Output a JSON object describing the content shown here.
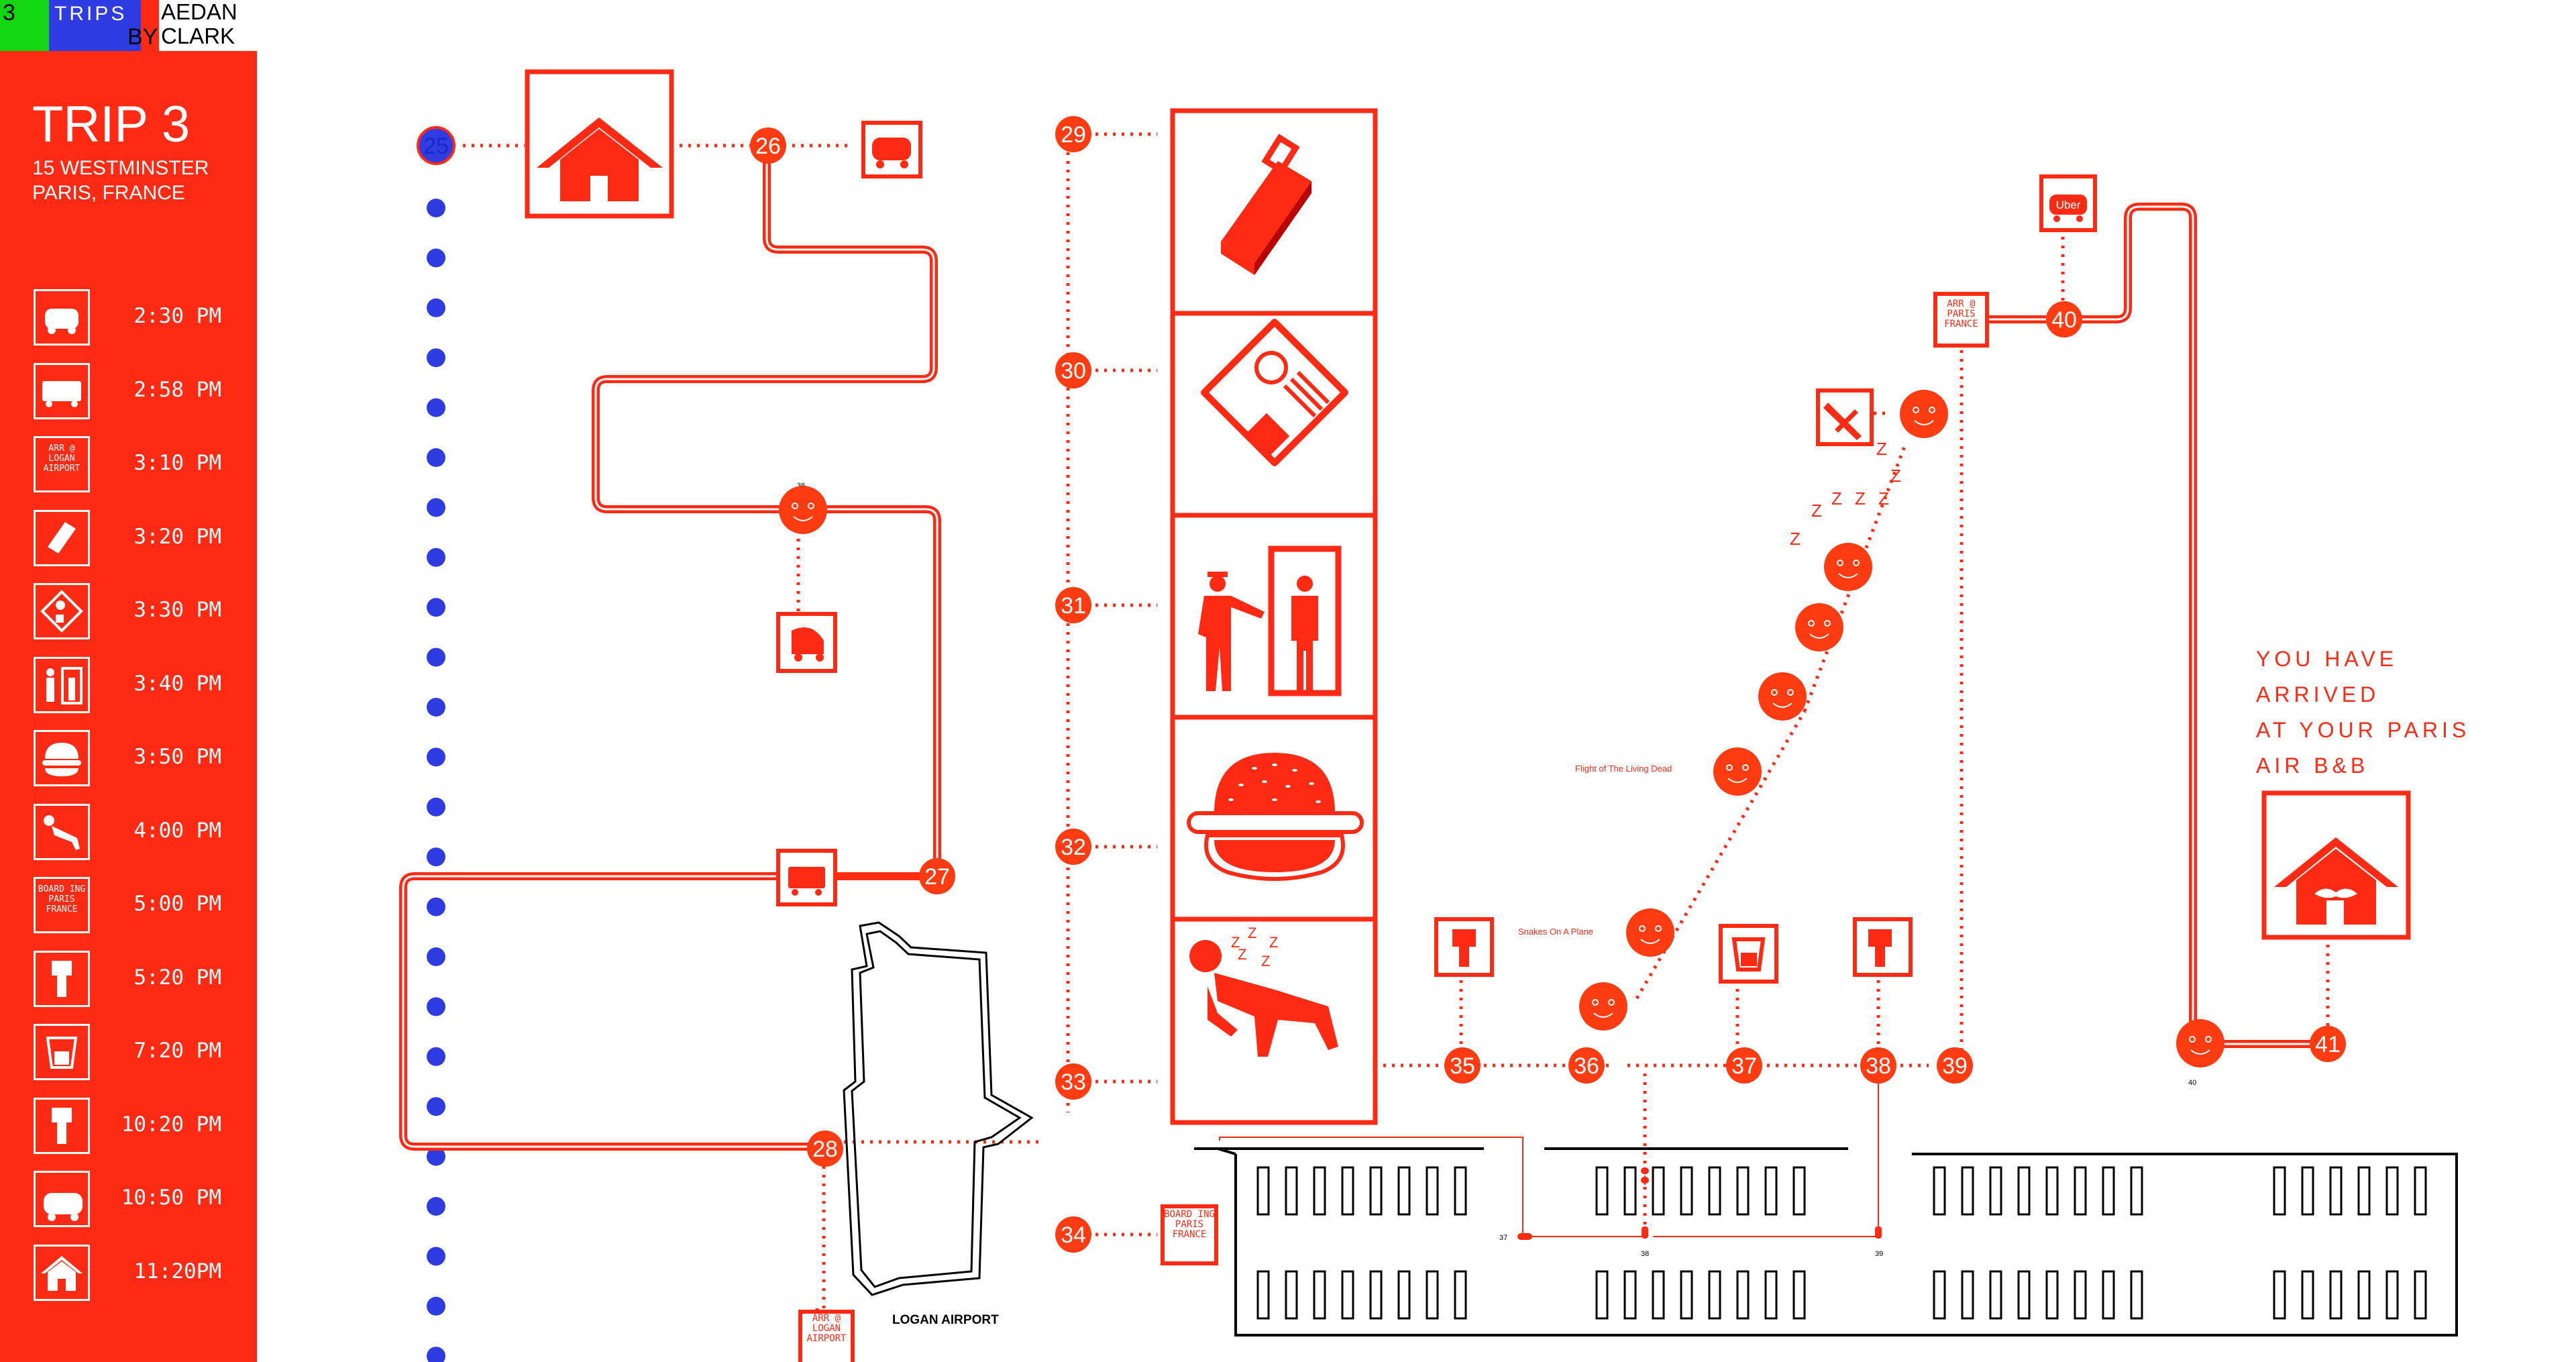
{
  "header": {
    "num": "3",
    "trips_label": "TRIPS",
    "by_label": "BY",
    "author_first": "AEDAN",
    "author_last": "CLARK"
  },
  "sidebar": {
    "title": "TRIP 3",
    "address_line1": "15 WESTMINSTER",
    "address_line2": "PARIS, FRANCE",
    "items": [
      {
        "icon": "car-icon",
        "time": "2:30 PM"
      },
      {
        "icon": "bus-icon",
        "time": "2:58 PM"
      },
      {
        "icon": "arrival-sign-icon",
        "label": "ARR @ LOGAN AIRPORT",
        "time": "3:10 PM"
      },
      {
        "icon": "luggage-icon",
        "time": "3:20 PM"
      },
      {
        "icon": "passport-icon",
        "time": "3:30 PM"
      },
      {
        "icon": "security-check-icon",
        "time": "3:40 PM"
      },
      {
        "icon": "burger-icon",
        "time": "3:50 PM"
      },
      {
        "icon": "sleeping-person-icon",
        "time": "4:00 PM"
      },
      {
        "icon": "boarding-sign-icon",
        "label": "BOARD ING PARIS FRANCE",
        "time": "5:00 PM"
      },
      {
        "icon": "pass-scanner-icon",
        "time": "5:20 PM"
      },
      {
        "icon": "drink-icon",
        "time": "7:20 PM"
      },
      {
        "icon": "pass-scanner-icon",
        "time": "10:20 PM"
      },
      {
        "icon": "uber-car-icon",
        "label": "Uber",
        "time": "10:50 PM"
      },
      {
        "icon": "house-icon",
        "time": "11:20PM"
      }
    ]
  },
  "map": {
    "markers": [
      "25",
      "26",
      "27",
      "28",
      "29",
      "30",
      "31",
      "32",
      "33",
      "34",
      "35",
      "36",
      "37",
      "38",
      "39",
      "40",
      "41"
    ],
    "airport_label": "LOGAN AIRPORT",
    "arr_logan_label": "ARR @ LOGAN AIRPORT",
    "arr_paris_label": "ARR @ PARIS FRANCE",
    "boarding_label": "BOARD ING PARIS FRANCE",
    "uber_label": "Uber",
    "movie1": "Snakes On A Plane",
    "movie2": "Flight of The Living Dead",
    "small_36": "36",
    "small_37": "37",
    "small_38": "38",
    "small_39": "39",
    "small_40": "40",
    "zzz": "Z",
    "arrival_message": [
      "YOU HAVE",
      "ARRIVED",
      "AT YOUR PARIS",
      "AIR B&B"
    ]
  },
  "colors": {
    "accent": "#ff2a14",
    "blue": "#2f3ce2",
    "green": "#11d611",
    "marker": "#ff3b12"
  }
}
